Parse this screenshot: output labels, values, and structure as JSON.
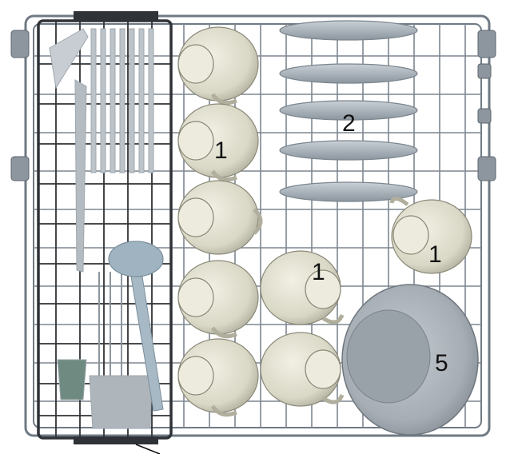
{
  "diagram": {
    "labels": {
      "cups_a": "1",
      "plates": "2",
      "cups_b": "1",
      "cups_c": "1",
      "bowl": "5"
    },
    "colors": {
      "wire": "#6f7a84",
      "wire_dark": "#2f3236",
      "cup": "#d9d8c6",
      "cup_shade": "#b8b6a3",
      "plate": "#a9b2ba",
      "cutlery": "#bcc4ca",
      "ladle": "#9fb3c0",
      "bowl": "#a6adb4",
      "label": "#111111"
    }
  }
}
